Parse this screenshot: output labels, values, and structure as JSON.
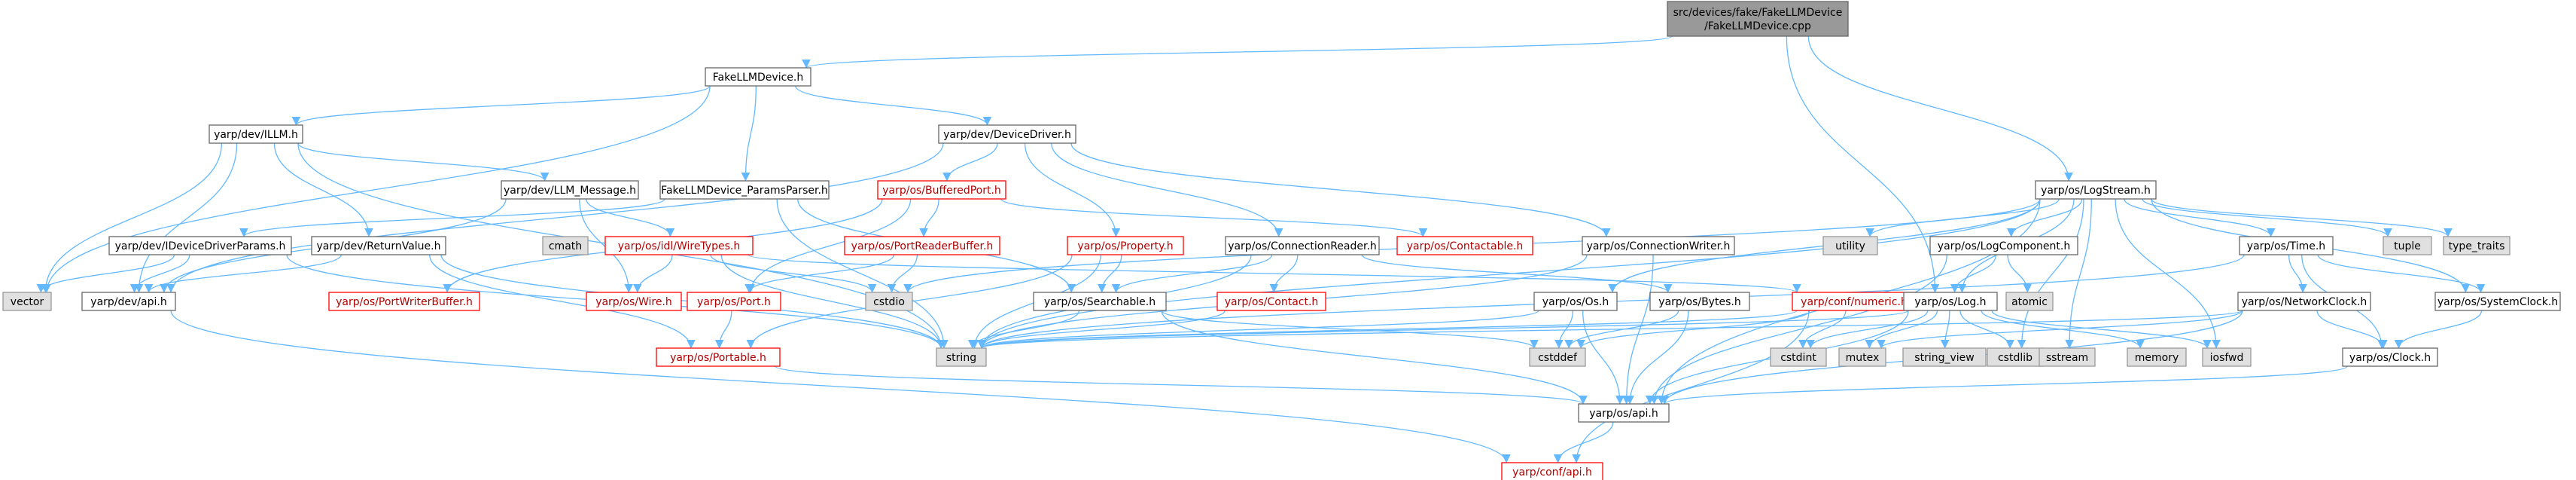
{
  "colors": {
    "node_fill": "#ffffff",
    "node_border": "#666666",
    "root_fill": "#999999",
    "root_border": "#666666",
    "external_fill": "#e0e0e0",
    "external_border": "#999999",
    "missing_border": "#ff0000",
    "missing_text": "#b00000",
    "text": "#000000",
    "edge": "#63b8ff"
  },
  "nodes": [
    {
      "id": "root",
      "lines": [
        "src/devices/fake/FakeLLMDevice",
        "/FakeLLMDevice.cpp"
      ],
      "kind": "root"
    },
    {
      "id": "fakeh",
      "lines": [
        "FakeLLMDevice.h"
      ],
      "kind": "normal"
    },
    {
      "id": "logstream",
      "lines": [
        "yarp/os/LogStream.h"
      ],
      "kind": "normal"
    },
    {
      "id": "illm",
      "lines": [
        "yarp/dev/ILLM.h"
      ],
      "kind": "normal"
    },
    {
      "id": "devdriver",
      "lines": [
        "yarp/dev/DeviceDriver.h"
      ],
      "kind": "normal"
    },
    {
      "id": "llmmsg",
      "lines": [
        "yarp/dev/LLM_Message.h"
      ],
      "kind": "normal"
    },
    {
      "id": "paramsparser",
      "lines": [
        "FakeLLMDevice_ParamsParser.h"
      ],
      "kind": "normal"
    },
    {
      "id": "bufport",
      "lines": [
        "yarp/os/BufferedPort.h"
      ],
      "kind": "missing"
    },
    {
      "id": "idevparams",
      "lines": [
        "yarp/dev/IDeviceDriverParams.h"
      ],
      "kind": "normal"
    },
    {
      "id": "retval",
      "lines": [
        "yarp/dev/ReturnValue.h"
      ],
      "kind": "normal"
    },
    {
      "id": "cmath",
      "lines": [
        "cmath"
      ],
      "kind": "external"
    },
    {
      "id": "idlwire",
      "lines": [
        "yarp/os/idl/WireTypes.h"
      ],
      "kind": "missing"
    },
    {
      "id": "portreader",
      "lines": [
        "yarp/os/PortReaderBuffer.h"
      ],
      "kind": "missing"
    },
    {
      "id": "property",
      "lines": [
        "yarp/os/Property.h"
      ],
      "kind": "missing"
    },
    {
      "id": "connreader",
      "lines": [
        "yarp/os/ConnectionReader.h"
      ],
      "kind": "normal"
    },
    {
      "id": "contactable",
      "lines": [
        "yarp/os/Contactable.h"
      ],
      "kind": "missing"
    },
    {
      "id": "connwriter",
      "lines": [
        "yarp/os/ConnectionWriter.h"
      ],
      "kind": "normal"
    },
    {
      "id": "utility",
      "lines": [
        "utility"
      ],
      "kind": "external"
    },
    {
      "id": "logcomp",
      "lines": [
        "yarp/os/LogComponent.h"
      ],
      "kind": "normal"
    },
    {
      "id": "time",
      "lines": [
        "yarp/os/Time.h"
      ],
      "kind": "normal"
    },
    {
      "id": "tuple",
      "lines": [
        "tuple"
      ],
      "kind": "external"
    },
    {
      "id": "typetraits",
      "lines": [
        "type_traits"
      ],
      "kind": "external"
    },
    {
      "id": "vector",
      "lines": [
        "vector"
      ],
      "kind": "external"
    },
    {
      "id": "devapi",
      "lines": [
        "yarp/dev/api.h"
      ],
      "kind": "normal"
    },
    {
      "id": "portwriter",
      "lines": [
        "yarp/os/PortWriterBuffer.h"
      ],
      "kind": "missing"
    },
    {
      "id": "wire",
      "lines": [
        "yarp/os/Wire.h"
      ],
      "kind": "missing"
    },
    {
      "id": "port",
      "lines": [
        "yarp/os/Port.h"
      ],
      "kind": "missing"
    },
    {
      "id": "cstdio",
      "lines": [
        "cstdio"
      ],
      "kind": "external"
    },
    {
      "id": "searchable",
      "lines": [
        "yarp/os/Searchable.h"
      ],
      "kind": "normal"
    },
    {
      "id": "contact",
      "lines": [
        "yarp/os/Contact.h"
      ],
      "kind": "missing"
    },
    {
      "id": "osos",
      "lines": [
        "yarp/os/Os.h"
      ],
      "kind": "normal"
    },
    {
      "id": "bytes",
      "lines": [
        "yarp/os/Bytes.h"
      ],
      "kind": "normal"
    },
    {
      "id": "numeric",
      "lines": [
        "yarp/conf/numeric.h"
      ],
      "kind": "missing"
    },
    {
      "id": "atomic",
      "lines": [
        "atomic"
      ],
      "kind": "external"
    },
    {
      "id": "log",
      "lines": [
        "yarp/os/Log.h"
      ],
      "kind": "normal"
    },
    {
      "id": "netclock",
      "lines": [
        "yarp/os/NetworkClock.h"
      ],
      "kind": "normal"
    },
    {
      "id": "sysclock",
      "lines": [
        "yarp/os/SystemClock.h"
      ],
      "kind": "normal"
    },
    {
      "id": "portable",
      "lines": [
        "yarp/os/Portable.h"
      ],
      "kind": "missing"
    },
    {
      "id": "string",
      "lines": [
        "string"
      ],
      "kind": "external"
    },
    {
      "id": "cstddef",
      "lines": [
        "cstddef"
      ],
      "kind": "external"
    },
    {
      "id": "cstdint",
      "lines": [
        "cstdint"
      ],
      "kind": "external"
    },
    {
      "id": "mutex",
      "lines": [
        "mutex"
      ],
      "kind": "external"
    },
    {
      "id": "stringview",
      "lines": [
        "string_view"
      ],
      "kind": "external"
    },
    {
      "id": "cstdlib",
      "lines": [
        "cstdlib"
      ],
      "kind": "external"
    },
    {
      "id": "sstream",
      "lines": [
        "sstream"
      ],
      "kind": "external"
    },
    {
      "id": "memory",
      "lines": [
        "memory"
      ],
      "kind": "external"
    },
    {
      "id": "iosfwd",
      "lines": [
        "iosfwd"
      ],
      "kind": "external"
    },
    {
      "id": "clock",
      "lines": [
        "yarp/os/Clock.h"
      ],
      "kind": "normal"
    },
    {
      "id": "osapi",
      "lines": [
        "yarp/os/api.h"
      ],
      "kind": "normal"
    },
    {
      "id": "confapi",
      "lines": [
        "yarp/conf/api.h"
      ],
      "kind": "missing"
    }
  ],
  "edges": [
    [
      "root",
      "fakeh"
    ],
    [
      "root",
      "logstream"
    ],
    [
      "root",
      "log"
    ],
    [
      "fakeh",
      "illm"
    ],
    [
      "fakeh",
      "devdriver"
    ],
    [
      "fakeh",
      "paramsparser"
    ],
    [
      "fakeh",
      "vector"
    ],
    [
      "illm",
      "llmmsg"
    ],
    [
      "illm",
      "retval"
    ],
    [
      "illm",
      "devapi"
    ],
    [
      "illm",
      "vector"
    ],
    [
      "illm",
      "string"
    ],
    [
      "llmmsg",
      "idlwire"
    ],
    [
      "llmmsg",
      "devapi"
    ],
    [
      "llmmsg",
      "wire"
    ],
    [
      "devdriver",
      "bufport"
    ],
    [
      "devdriver",
      "property"
    ],
    [
      "devdriver",
      "connreader"
    ],
    [
      "devdriver",
      "connwriter"
    ],
    [
      "devdriver",
      "devapi"
    ],
    [
      "paramsparser",
      "idevparams"
    ],
    [
      "paramsparser",
      "searchable"
    ],
    [
      "paramsparser",
      "string"
    ],
    [
      "bufport",
      "portreader"
    ],
    [
      "bufport",
      "contactable"
    ],
    [
      "bufport",
      "port"
    ],
    [
      "bufport",
      "portwriter"
    ],
    [
      "idevparams",
      "devapi"
    ],
    [
      "idevparams",
      "vector"
    ],
    [
      "idevparams",
      "string"
    ],
    [
      "retval",
      "devapi"
    ],
    [
      "retval",
      "portable"
    ],
    [
      "retval",
      "string"
    ],
    [
      "idlwire",
      "wire"
    ],
    [
      "idlwire",
      "numeric"
    ],
    [
      "idlwire",
      "string"
    ],
    [
      "idlwire",
      "cstdio"
    ],
    [
      "portreader",
      "cstdio"
    ],
    [
      "portreader",
      "port"
    ],
    [
      "property",
      "searchable"
    ],
    [
      "property",
      "portable"
    ],
    [
      "property",
      "string"
    ],
    [
      "connreader",
      "contact"
    ],
    [
      "connreader",
      "bytes"
    ],
    [
      "connreader",
      "searchable"
    ],
    [
      "connreader",
      "string"
    ],
    [
      "connwriter",
      "osapi"
    ],
    [
      "connwriter",
      "string"
    ],
    [
      "port",
      "portable"
    ],
    [
      "searchable",
      "string"
    ],
    [
      "searchable",
      "osapi"
    ],
    [
      "searchable",
      "cstddef"
    ],
    [
      "contact",
      "string"
    ],
    [
      "bytes",
      "osapi"
    ],
    [
      "bytes",
      "cstddef"
    ],
    [
      "numeric",
      "cstddef"
    ],
    [
      "numeric",
      "cstdint"
    ],
    [
      "numeric",
      "confapi"
    ],
    [
      "numeric",
      "string"
    ],
    [
      "devapi",
      "confapi"
    ],
    [
      "portable",
      "osapi"
    ],
    [
      "logstream",
      "log"
    ],
    [
      "logstream",
      "logcomp"
    ],
    [
      "logstream",
      "time"
    ],
    [
      "logstream",
      "osos"
    ],
    [
      "logstream",
      "osapi"
    ],
    [
      "logstream",
      "utility"
    ],
    [
      "logstream",
      "tuple"
    ],
    [
      "logstream",
      "typetraits"
    ],
    [
      "logstream",
      "cstdio"
    ],
    [
      "logstream",
      "string"
    ],
    [
      "logstream",
      "sstream"
    ],
    [
      "logstream",
      "iosfwd"
    ],
    [
      "logstream",
      "cstdlib"
    ],
    [
      "logstream",
      "sysclock"
    ],
    [
      "logcomp",
      "log"
    ],
    [
      "logcomp",
      "atomic"
    ],
    [
      "logcomp",
      "osapi"
    ],
    [
      "time",
      "netclock"
    ],
    [
      "time",
      "sysclock"
    ],
    [
      "time",
      "clock"
    ],
    [
      "time",
      "string"
    ],
    [
      "osos",
      "osapi"
    ],
    [
      "osos",
      "cstddef"
    ],
    [
      "osos",
      "string"
    ],
    [
      "log",
      "osapi"
    ],
    [
      "log",
      "cstdint"
    ],
    [
      "log",
      "mutex"
    ],
    [
      "log",
      "stringview"
    ],
    [
      "log",
      "memory"
    ],
    [
      "log",
      "iosfwd"
    ],
    [
      "log",
      "cstdlib"
    ],
    [
      "log",
      "string"
    ],
    [
      "netclock",
      "clock"
    ],
    [
      "netclock",
      "osapi"
    ],
    [
      "netclock",
      "mutex"
    ],
    [
      "netclock",
      "string"
    ],
    [
      "sysclock",
      "clock"
    ],
    [
      "clock",
      "osapi"
    ],
    [
      "osapi",
      "confapi"
    ]
  ]
}
